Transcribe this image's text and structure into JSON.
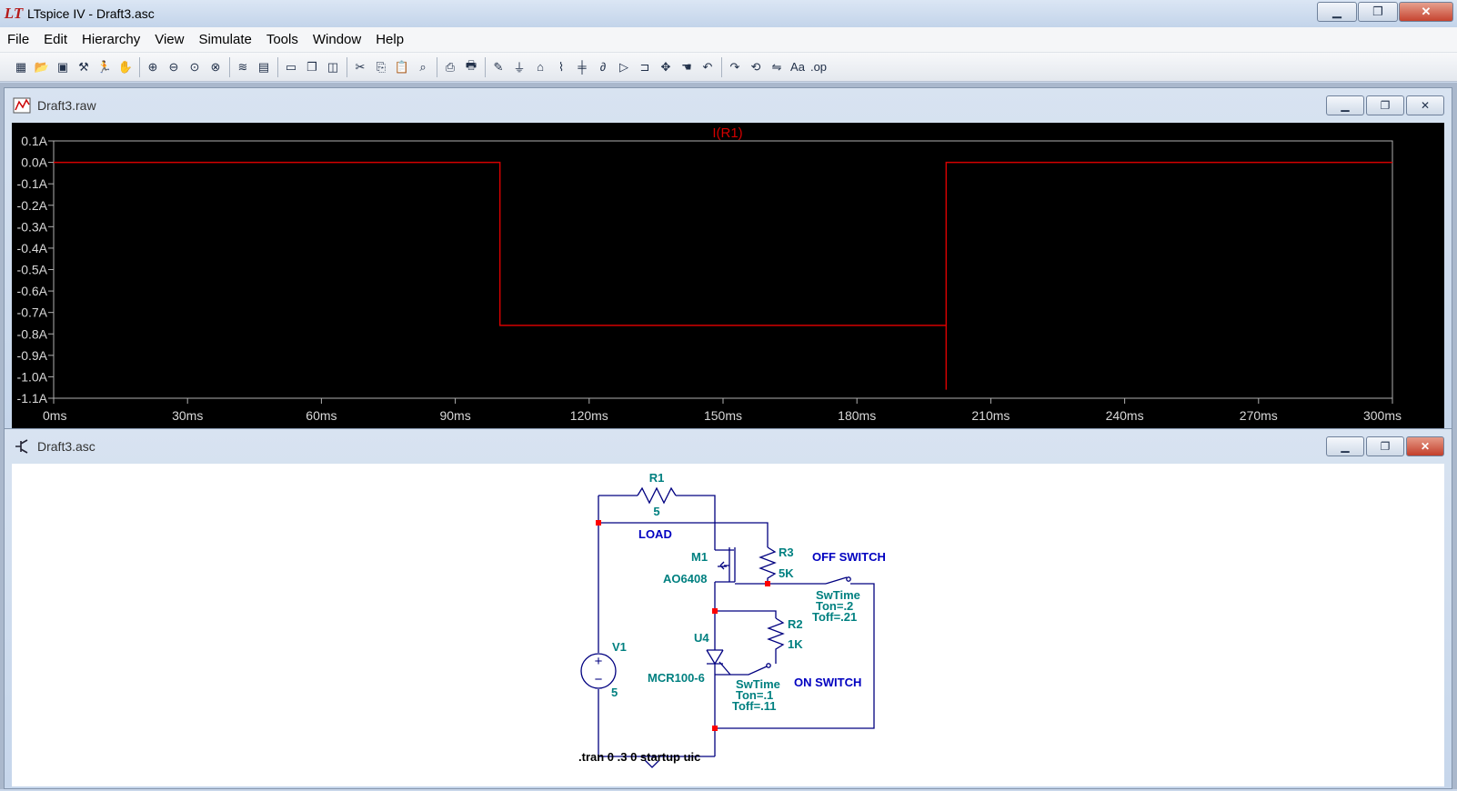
{
  "window": {
    "title": "LTspice IV - Draft3.asc",
    "app_icon_glyph": "LT",
    "controls": {
      "minimize": "▁",
      "maximize": "❐",
      "close": "✕"
    }
  },
  "menu": [
    "File",
    "Edit",
    "Hierarchy",
    "View",
    "Simulate",
    "Tools",
    "Window",
    "Help"
  ],
  "toolbar_icons": [
    "new-schematic-icon",
    "open-icon",
    "save-icon",
    "control-panel-icon",
    "run-icon",
    "halt-icon",
    "zoom-in-icon",
    "zoom-out-icon",
    "zoom-fit-icon",
    "zoom-cancel-icon",
    "autorange-icon",
    "grid-icon",
    "tile-horizontal-icon",
    "cascade-icon",
    "tile-vertical-icon",
    "cut-icon",
    "copy-icon",
    "paste-icon",
    "find-icon",
    "print-icon",
    "print-preview-icon",
    "wire-icon",
    "ground-icon",
    "label-icon",
    "resistor-icon",
    "capacitor-icon",
    "inductor-icon",
    "diode-icon",
    "component-icon",
    "move-icon",
    "drag-icon",
    "undo-icon",
    "redo-icon",
    "rotate-icon",
    "mirror-icon",
    "text-icon",
    "spice-directive-icon"
  ],
  "waveform_window": {
    "title": "Draft3.raw",
    "trace_label": "I(R1)",
    "trace_color": "#d40000",
    "axis_color": "#b0b0b0"
  },
  "chart_data": {
    "type": "line",
    "title": "I(R1)",
    "xlabel": "",
    "ylabel": "",
    "x_ticks": [
      "0ms",
      "30ms",
      "60ms",
      "90ms",
      "120ms",
      "150ms",
      "180ms",
      "210ms",
      "240ms",
      "270ms",
      "300ms"
    ],
    "y_ticks": [
      "0.1A",
      "0.0A",
      "-0.1A",
      "-0.2A",
      "-0.3A",
      "-0.4A",
      "-0.5A",
      "-0.6A",
      "-0.7A",
      "-0.8A",
      "-0.9A",
      "-1.0A",
      "-1.1A"
    ],
    "xlim": [
      0,
      300
    ],
    "ylim": [
      -1.1,
      0.1
    ],
    "series": [
      {
        "x": [
          0,
          100,
          100,
          200,
          200,
          200,
          300
        ],
        "values": [
          0,
          0,
          -0.76,
          -0.76,
          -1.06,
          0,
          0
        ]
      }
    ]
  },
  "schematic_window": {
    "title": "Draft3.asc",
    "labels": {
      "r1_name": "R1",
      "r1_value": "5",
      "load": "LOAD",
      "m1_name": "M1",
      "m1_model": "AO6408",
      "r3_name": "R3",
      "r3_value": "5K",
      "off_switch": "OFF SWITCH",
      "sw_off_model": "SwTime",
      "sw_off_ton": "Ton=.2",
      "sw_off_toff": "Toff=.21",
      "r2_name": "R2",
      "r2_value": "1K",
      "u4_name": "U4",
      "u4_model": "MCR100-6",
      "v1_name": "V1",
      "v1_value": "5",
      "sw_on_model": "SwTime",
      "sw_on_ton": "Ton=.1",
      "sw_on_toff": "Toff=.11",
      "on_switch": "ON SWITCH",
      "directive": ".tran 0 .3 0 startup uic"
    },
    "colors": {
      "wire": "#000080",
      "component_name": "#008080",
      "label": "#0000c0",
      "junction": "#ff0000"
    }
  }
}
